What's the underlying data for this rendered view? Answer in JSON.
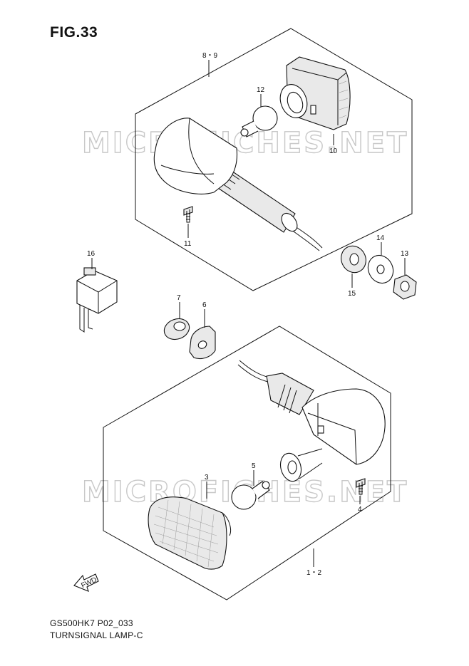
{
  "figure": {
    "title": "FIG.33"
  },
  "footer": {
    "model_code": "GS500HK7 P02_033",
    "caption": "TURNSIGNAL LAMP-C"
  },
  "watermark": {
    "text": "MICROFICHES.NET"
  },
  "callouts": {
    "assembly_rear": "8・9",
    "bulb_upper": "12",
    "lens_upper": "10",
    "screw_upper": "11",
    "relay": "16",
    "washer_large": "14",
    "nut": "13",
    "cushion_upper": "15",
    "spacer": "7",
    "cushion_lower": "6",
    "lens_lower": "3",
    "bulb_lower": "5",
    "screw_lower": "4",
    "assembly_front": "1・2"
  },
  "direction_marker": {
    "text": "FWD"
  }
}
